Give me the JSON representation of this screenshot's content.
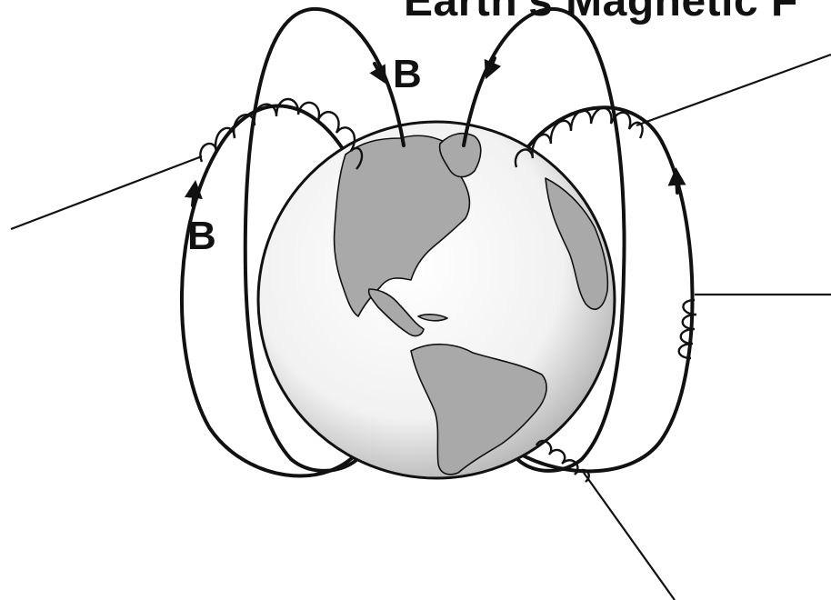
{
  "diagram": {
    "title": "Earth's Magnetic F",
    "field_labels": [
      "B",
      "B"
    ]
  },
  "colors": {
    "ink": "#111111",
    "land": "#a9a9a9",
    "ocean_center": "#ffffff",
    "ocean_edge": "#b9b9b9"
  }
}
